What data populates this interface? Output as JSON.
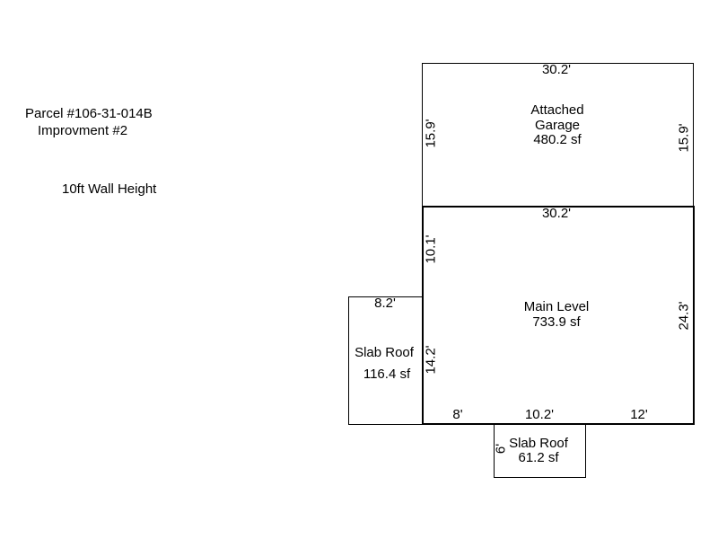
{
  "notes": {
    "parcel": "Parcel #106-31-014B",
    "improvement": "Improvment #2",
    "wall_height": "10ft Wall Height"
  },
  "garage": {
    "name_line1": "Attached",
    "name_line2": "Garage",
    "area": "480.2 sf",
    "top_dim": "30.2'",
    "left_dim": "15.9'",
    "right_dim": "15.9'"
  },
  "main_level": {
    "name": "Main Level",
    "area": "733.9 sf",
    "top_dim": "30.2'",
    "left_upper_dim": "10.1'",
    "left_lower_dim": "14.2'",
    "right_dim": "24.3'",
    "bottom_left_dim": "8'",
    "bottom_mid_dim": "10.2'",
    "bottom_right_dim": "12'"
  },
  "slab_roof_left": {
    "name": "Slab Roof",
    "area": "116.4 sf",
    "top_dim": "8.2'"
  },
  "slab_roof_bottom": {
    "name": "Slab Roof",
    "area": "61.2 sf",
    "side_dim": "6'"
  }
}
